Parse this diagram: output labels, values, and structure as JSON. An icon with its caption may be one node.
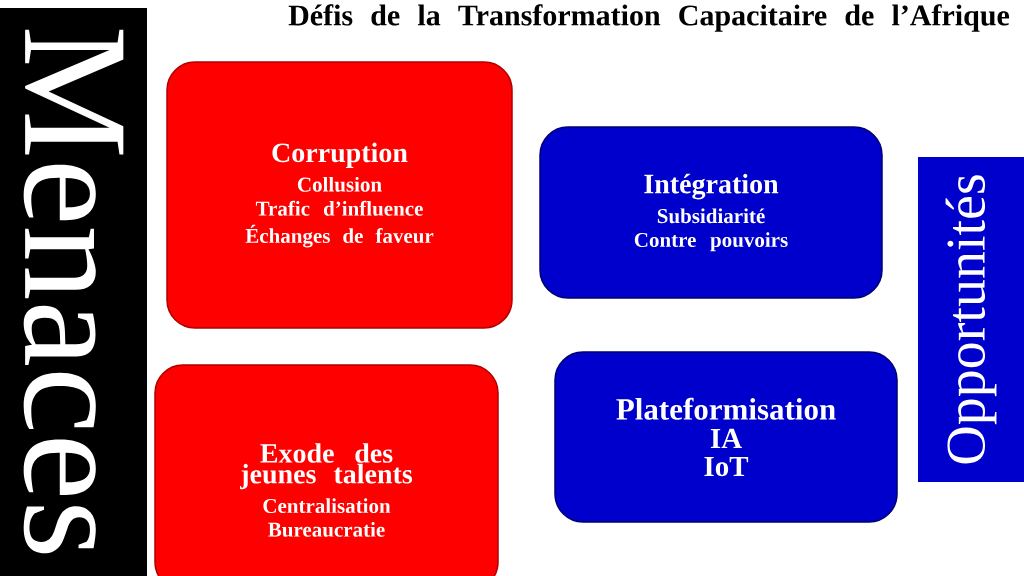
{
  "diagram": {
    "title": "Défis de la Transformation Capacitaire de l’Afrique",
    "nodes": [
      {
        "text": [
          "Menaces"
        ]
      },
      {
        "text": [
          "Corruption",
          "Collusion",
          "Trafic d’influence",
          "Échanges de faveur"
        ]
      },
      {
        "text": [
          "Intégration",
          "Subsidiarité",
          "Contre pouvoirs"
        ]
      },
      {
        "text": [
          "Exode des jeunes talents",
          "Centralisation",
          "Bureaucratie"
        ]
      },
      {
        "text": [
          "Plateformisation",
          "IA",
          "IoT"
        ]
      },
      {
        "text": [
          "Opportunités"
        ]
      }
    ],
    "edges": []
  }
}
